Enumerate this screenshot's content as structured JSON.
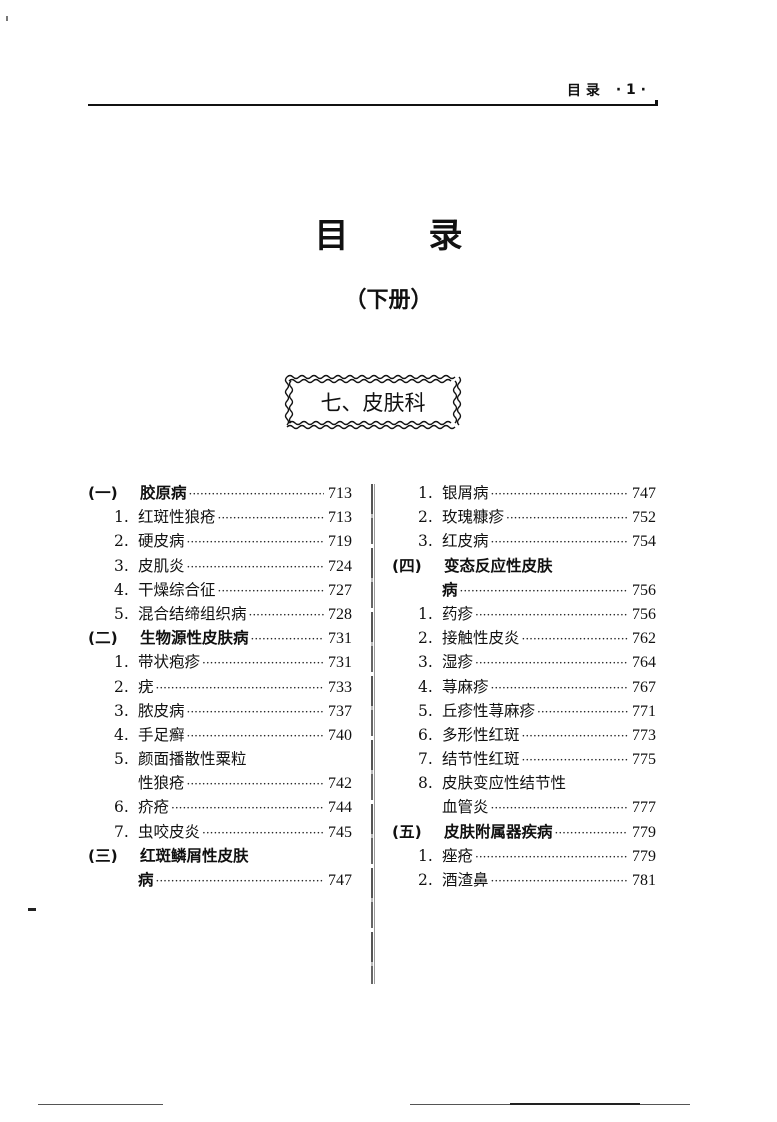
{
  "running_header": {
    "title": "目 录",
    "page_marker": "· 1 ·"
  },
  "main_title": {
    "char1": "目",
    "char2": "录"
  },
  "subtitle": "（下册）",
  "section_box": {
    "label": "七、皮肤科"
  },
  "toc": {
    "left": [
      {
        "type": "section",
        "num": "(一)",
        "title": "胶原病",
        "page": "713"
      },
      {
        "type": "item",
        "num": "1.",
        "title": "红斑性狼疮",
        "page": "713"
      },
      {
        "type": "item",
        "num": "2.",
        "title": "硬皮病",
        "page": "719"
      },
      {
        "type": "item",
        "num": "3.",
        "title": "皮肌炎",
        "page": "724"
      },
      {
        "type": "item",
        "num": "4.",
        "title": "干燥综合征",
        "page": "727"
      },
      {
        "type": "item",
        "num": "5.",
        "title": "混合结缔组织病",
        "page": "728"
      },
      {
        "type": "section",
        "num": "(二)",
        "title": "生物源性皮肤病",
        "page": "731"
      },
      {
        "type": "item",
        "num": "1.",
        "title": "带状疱疹",
        "page": "731"
      },
      {
        "type": "item",
        "num": "2.",
        "title": "疣",
        "page": "733"
      },
      {
        "type": "item",
        "num": "3.",
        "title": "脓皮病",
        "page": "737"
      },
      {
        "type": "item",
        "num": "4.",
        "title": "手足癣",
        "page": "740"
      },
      {
        "type": "item-head",
        "num": "5.",
        "title": "颜面播散性粟粒"
      },
      {
        "type": "item-cont",
        "title": "性狼疮",
        "page": "742"
      },
      {
        "type": "item",
        "num": "6.",
        "title": "疥疮",
        "page": "744"
      },
      {
        "type": "item",
        "num": "7.",
        "title": "虫咬皮炎",
        "page": "745"
      },
      {
        "type": "section-head",
        "num": "(三)",
        "title": "红斑鳞屑性皮肤"
      },
      {
        "type": "section-cont",
        "title": "病",
        "page": "747"
      }
    ],
    "right": [
      {
        "type": "item",
        "num": "1.",
        "title": "银屑病",
        "page": "747"
      },
      {
        "type": "item",
        "num": "2.",
        "title": "玫瑰糠疹",
        "page": "752"
      },
      {
        "type": "item",
        "num": "3.",
        "title": "红皮病",
        "page": "754"
      },
      {
        "type": "section-head",
        "num": "(四)",
        "title": "变态反应性皮肤"
      },
      {
        "type": "section-cont",
        "title": "病",
        "page": "756"
      },
      {
        "type": "item",
        "num": "1.",
        "title": "药疹",
        "page": "756"
      },
      {
        "type": "item",
        "num": "2.",
        "title": "接触性皮炎",
        "page": "762"
      },
      {
        "type": "item",
        "num": "3.",
        "title": "湿疹",
        "page": "764"
      },
      {
        "type": "item",
        "num": "4.",
        "title": "荨麻疹",
        "page": "767"
      },
      {
        "type": "item",
        "num": "5.",
        "title": "丘疹性荨麻疹",
        "page": "771"
      },
      {
        "type": "item",
        "num": "6.",
        "title": "多形性红斑",
        "page": "773"
      },
      {
        "type": "item",
        "num": "7.",
        "title": "结节性红斑",
        "page": "775"
      },
      {
        "type": "item-head",
        "num": "8.",
        "title": "皮肤变应性结节性"
      },
      {
        "type": "item-cont",
        "title": "血管炎",
        "page": "777"
      },
      {
        "type": "section",
        "num": "(五)",
        "title": "皮肤附属器疾病",
        "page": "779"
      },
      {
        "type": "item",
        "num": "1.",
        "title": "痤疮",
        "page": "779"
      },
      {
        "type": "item",
        "num": "2.",
        "title": "酒渣鼻",
        "page": "781"
      }
    ]
  }
}
